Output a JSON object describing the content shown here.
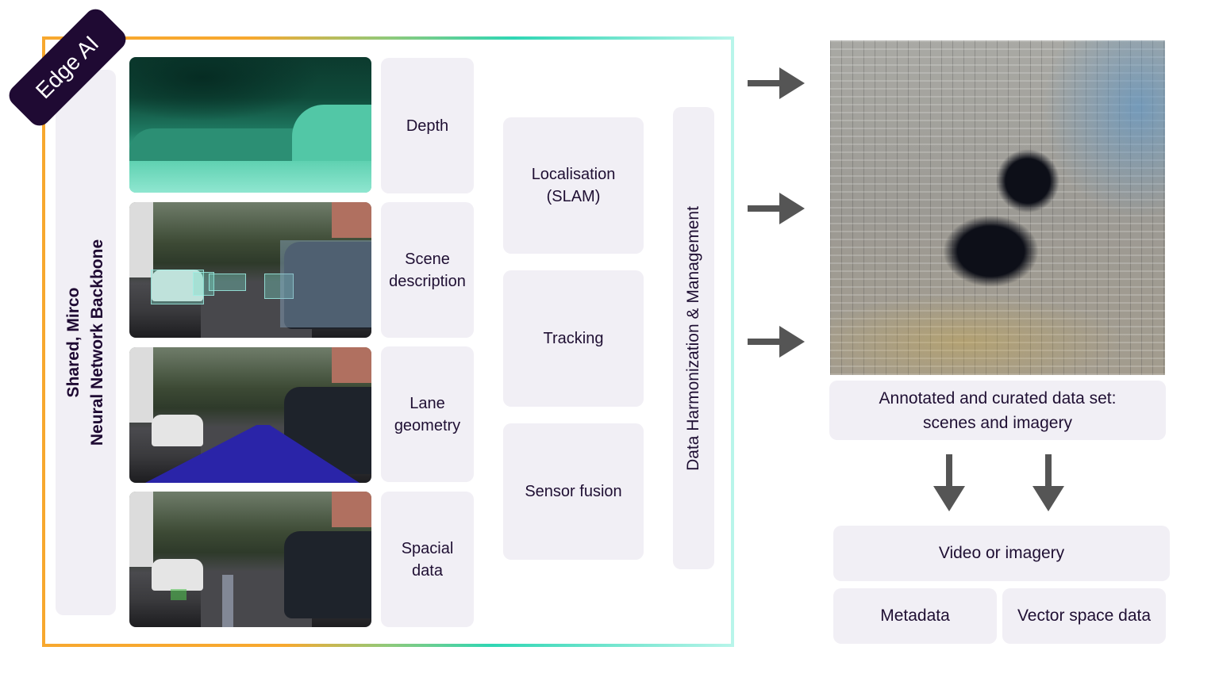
{
  "badge": {
    "label": "Edge AI"
  },
  "backbone": {
    "line1": "Shared, Mirco",
    "line2": "Neural Network Backbone"
  },
  "perception_outputs": [
    {
      "image": "depth-map-image",
      "label": "Depth"
    },
    {
      "image": "object-detection-image",
      "label": "Scene description"
    },
    {
      "image": "lane-segmentation-image",
      "label": "Lane geometry"
    },
    {
      "image": "spatial-detection-image",
      "label": "Spacial data"
    }
  ],
  "functions": [
    {
      "label": "Localisation (SLAM)"
    },
    {
      "label": "Tracking"
    },
    {
      "label": "Sensor fusion"
    }
  ],
  "harmonization": {
    "label": "Data Harmonization & Management"
  },
  "dataset": {
    "image": "image-mosaic",
    "caption_line1": "Annotated and curated data set:",
    "caption_line2": "scenes and imagery"
  },
  "outputs": {
    "video": "Video or imagery",
    "metadata": "Metadata",
    "vector": "Vector space data"
  },
  "icons": {
    "right_arrows": [
      "arrow-right-icon",
      "arrow-right-icon",
      "arrow-right-icon"
    ],
    "down_arrows": [
      "arrow-down-icon",
      "arrow-down-icon"
    ]
  },
  "colors": {
    "frame_start": "#f7a82f",
    "frame_mid": "#2fd6b4",
    "frame_end": "#b8f5ea",
    "badge": "#1f0a33",
    "box_fill": "#f1eff5",
    "text": "#1f0f33",
    "arrow": "#555555"
  }
}
